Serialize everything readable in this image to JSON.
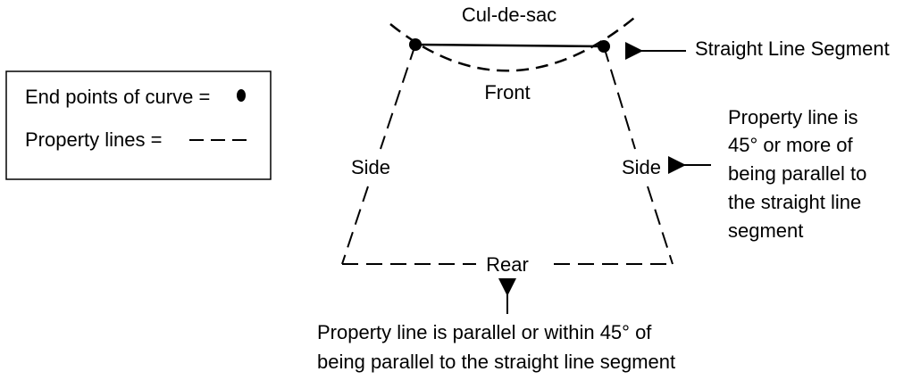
{
  "legend": {
    "endpoints_label": "End points of curve =",
    "property_lines_label": "Property lines ="
  },
  "labels": {
    "cul_de_sac": "Cul-de-sac",
    "front": "Front",
    "side_left": "Side",
    "side_right": "Side",
    "rear": "Rear",
    "straight_segment": "Straight Line Segment"
  },
  "notes": {
    "side_note": [
      "Property line is",
      "45° or more of",
      "being parallel to",
      "the straight line",
      "segment"
    ],
    "rear_note": [
      "Property line is parallel or within 45° of",
      "being parallel to the straight line segment"
    ]
  }
}
